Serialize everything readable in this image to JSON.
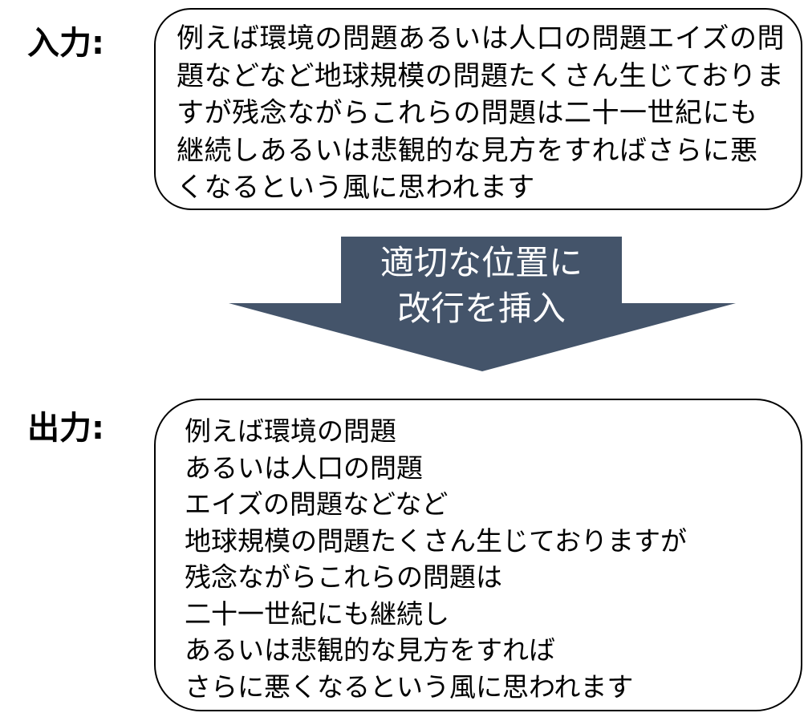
{
  "input": {
    "label": "入力:",
    "text": "例えば環境の問題あるいは人口の問題エイズの問題などなど地球規模の問題たくさん生じておりますが残念ながらこれらの問題は二十一世紀にも継続しあるいは悲観的な見方をすればさらに悪くなるという風に思われます"
  },
  "arrow": {
    "lines": [
      "適切な位置に",
      "改行を挿入"
    ],
    "fill_color": "#44546a"
  },
  "output": {
    "label": "出力:",
    "lines": [
      "例えば環境の問題",
      "あるいは人口の問題",
      "エイズの問題などなど",
      "地球規模の問題たくさん生じておりますが",
      "残念ながらこれらの問題は",
      "二十一世紀にも継続し",
      "あるいは悲観的な見方をすれば",
      "さらに悪くなるという風に思われます"
    ]
  }
}
